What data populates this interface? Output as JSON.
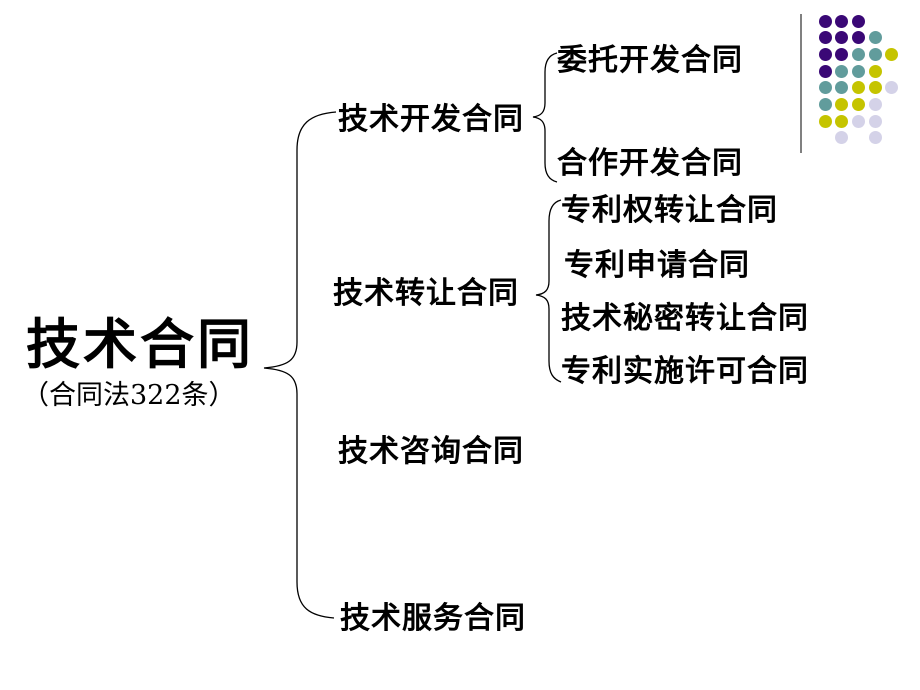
{
  "root": {
    "title": "技术合同",
    "subtitle": "（合同法322条）"
  },
  "tree": {
    "branches": [
      {
        "label": "技术开发合同",
        "children": [
          "委托开发合同",
          "合作开发合同"
        ]
      },
      {
        "label": "技术转让合同",
        "children": [
          "专利权转让合同",
          "专利申请合同",
          "技术秘密转让合同",
          "专利实施许可合同"
        ]
      },
      {
        "label": "技术咨询合同",
        "children": []
      },
      {
        "label": "技术服务合同",
        "children": []
      }
    ]
  },
  "decoration": {
    "line_color": "#808080",
    "dot_colors": {
      "purple": "#3A0876",
      "teal": "#619C9C",
      "yellow": "#C5C400",
      "lavender": "#D4D2E8"
    },
    "rows": [
      [
        "purple",
        "purple",
        "purple",
        null,
        null
      ],
      [
        "purple",
        "purple",
        "purple",
        "teal",
        null
      ],
      [
        "purple",
        "purple",
        "teal",
        "teal",
        "yellow"
      ],
      [
        "purple",
        "teal",
        "teal",
        "yellow",
        null
      ],
      [
        "teal",
        "teal",
        "yellow",
        "yellow",
        "lavender"
      ],
      [
        "teal",
        "yellow",
        "yellow",
        "lavender",
        null
      ],
      [
        "yellow",
        "yellow",
        "lavender",
        "lavender",
        null
      ],
      [
        null,
        "lavender",
        null,
        "lavender",
        null
      ]
    ]
  }
}
